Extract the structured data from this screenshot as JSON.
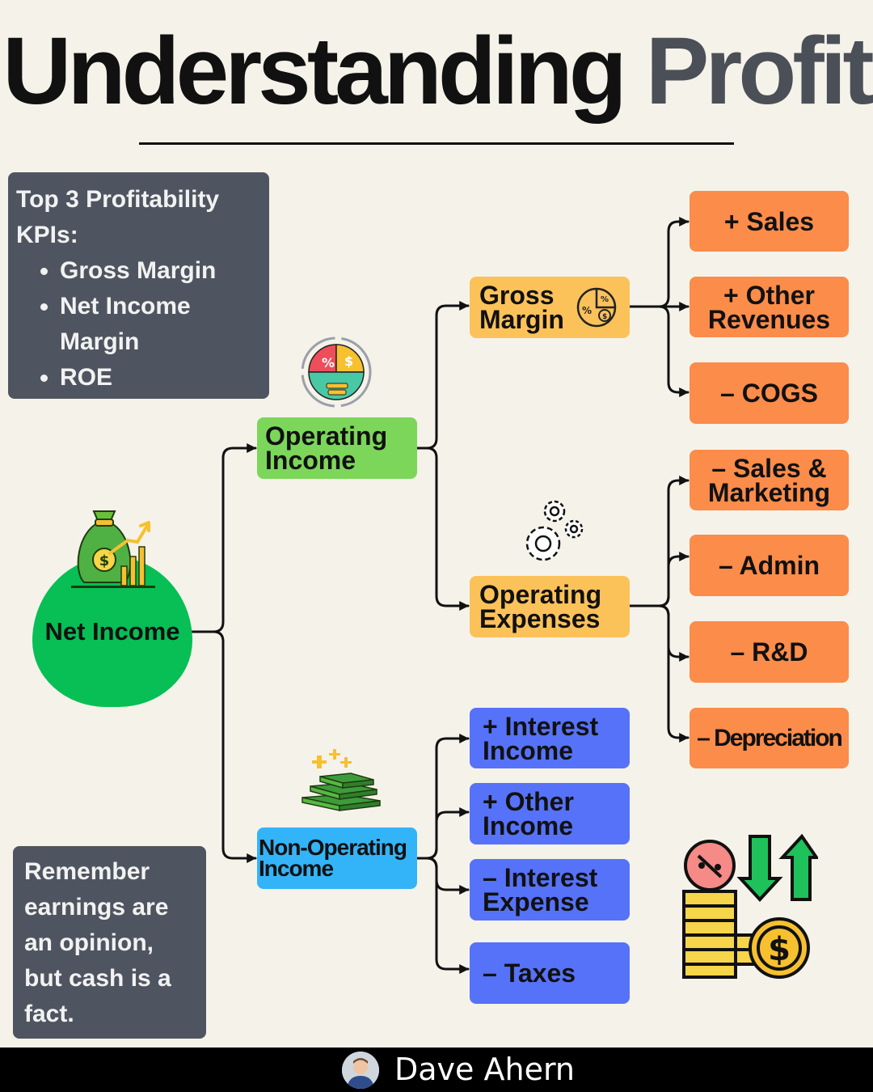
{
  "title": {
    "part1": "Understanding",
    "part2": "Profit"
  },
  "kpi_box": {
    "heading": "Top 3 Profitability KPIs:",
    "items": [
      "Gross Margin",
      "Net Income Margin",
      "ROE"
    ]
  },
  "reminder": "Remember earnings are an opinion, but cash is a fact.",
  "nodes": {
    "net_income": "Net Income",
    "operating_income": "Operating Income",
    "non_operating_income": "Non-Operating Income",
    "gross_margin": "Gross Margin",
    "operating_expenses": "Operating Expenses",
    "sales": "+ Sales",
    "other_revenues": "+ Other Revenues",
    "cogs": "– COGS",
    "sales_marketing": "– Sales & Marketing",
    "admin": "– Admin",
    "rnd": "– R&D",
    "depreciation": "– Depreciation",
    "interest_income": "+ Interest Income",
    "other_income": "+ Other Income",
    "interest_expense": "– Interest Expense",
    "taxes": "– Taxes"
  },
  "colors": {
    "orange": "#fb8c4a",
    "yellow": "#fcc25a",
    "green": "#7cd65a",
    "cyan": "#34b4f8",
    "blue": "#5672f8",
    "net": "#07bf55",
    "note": "#4f5560"
  },
  "icons": [
    "money-bag-chart-icon",
    "percent-pie-icon",
    "gross-margin-pie-icon",
    "gears-icon",
    "cash-stack-icon",
    "coins-arrows-icon"
  ],
  "footer": {
    "author": "Dave Ahern"
  }
}
